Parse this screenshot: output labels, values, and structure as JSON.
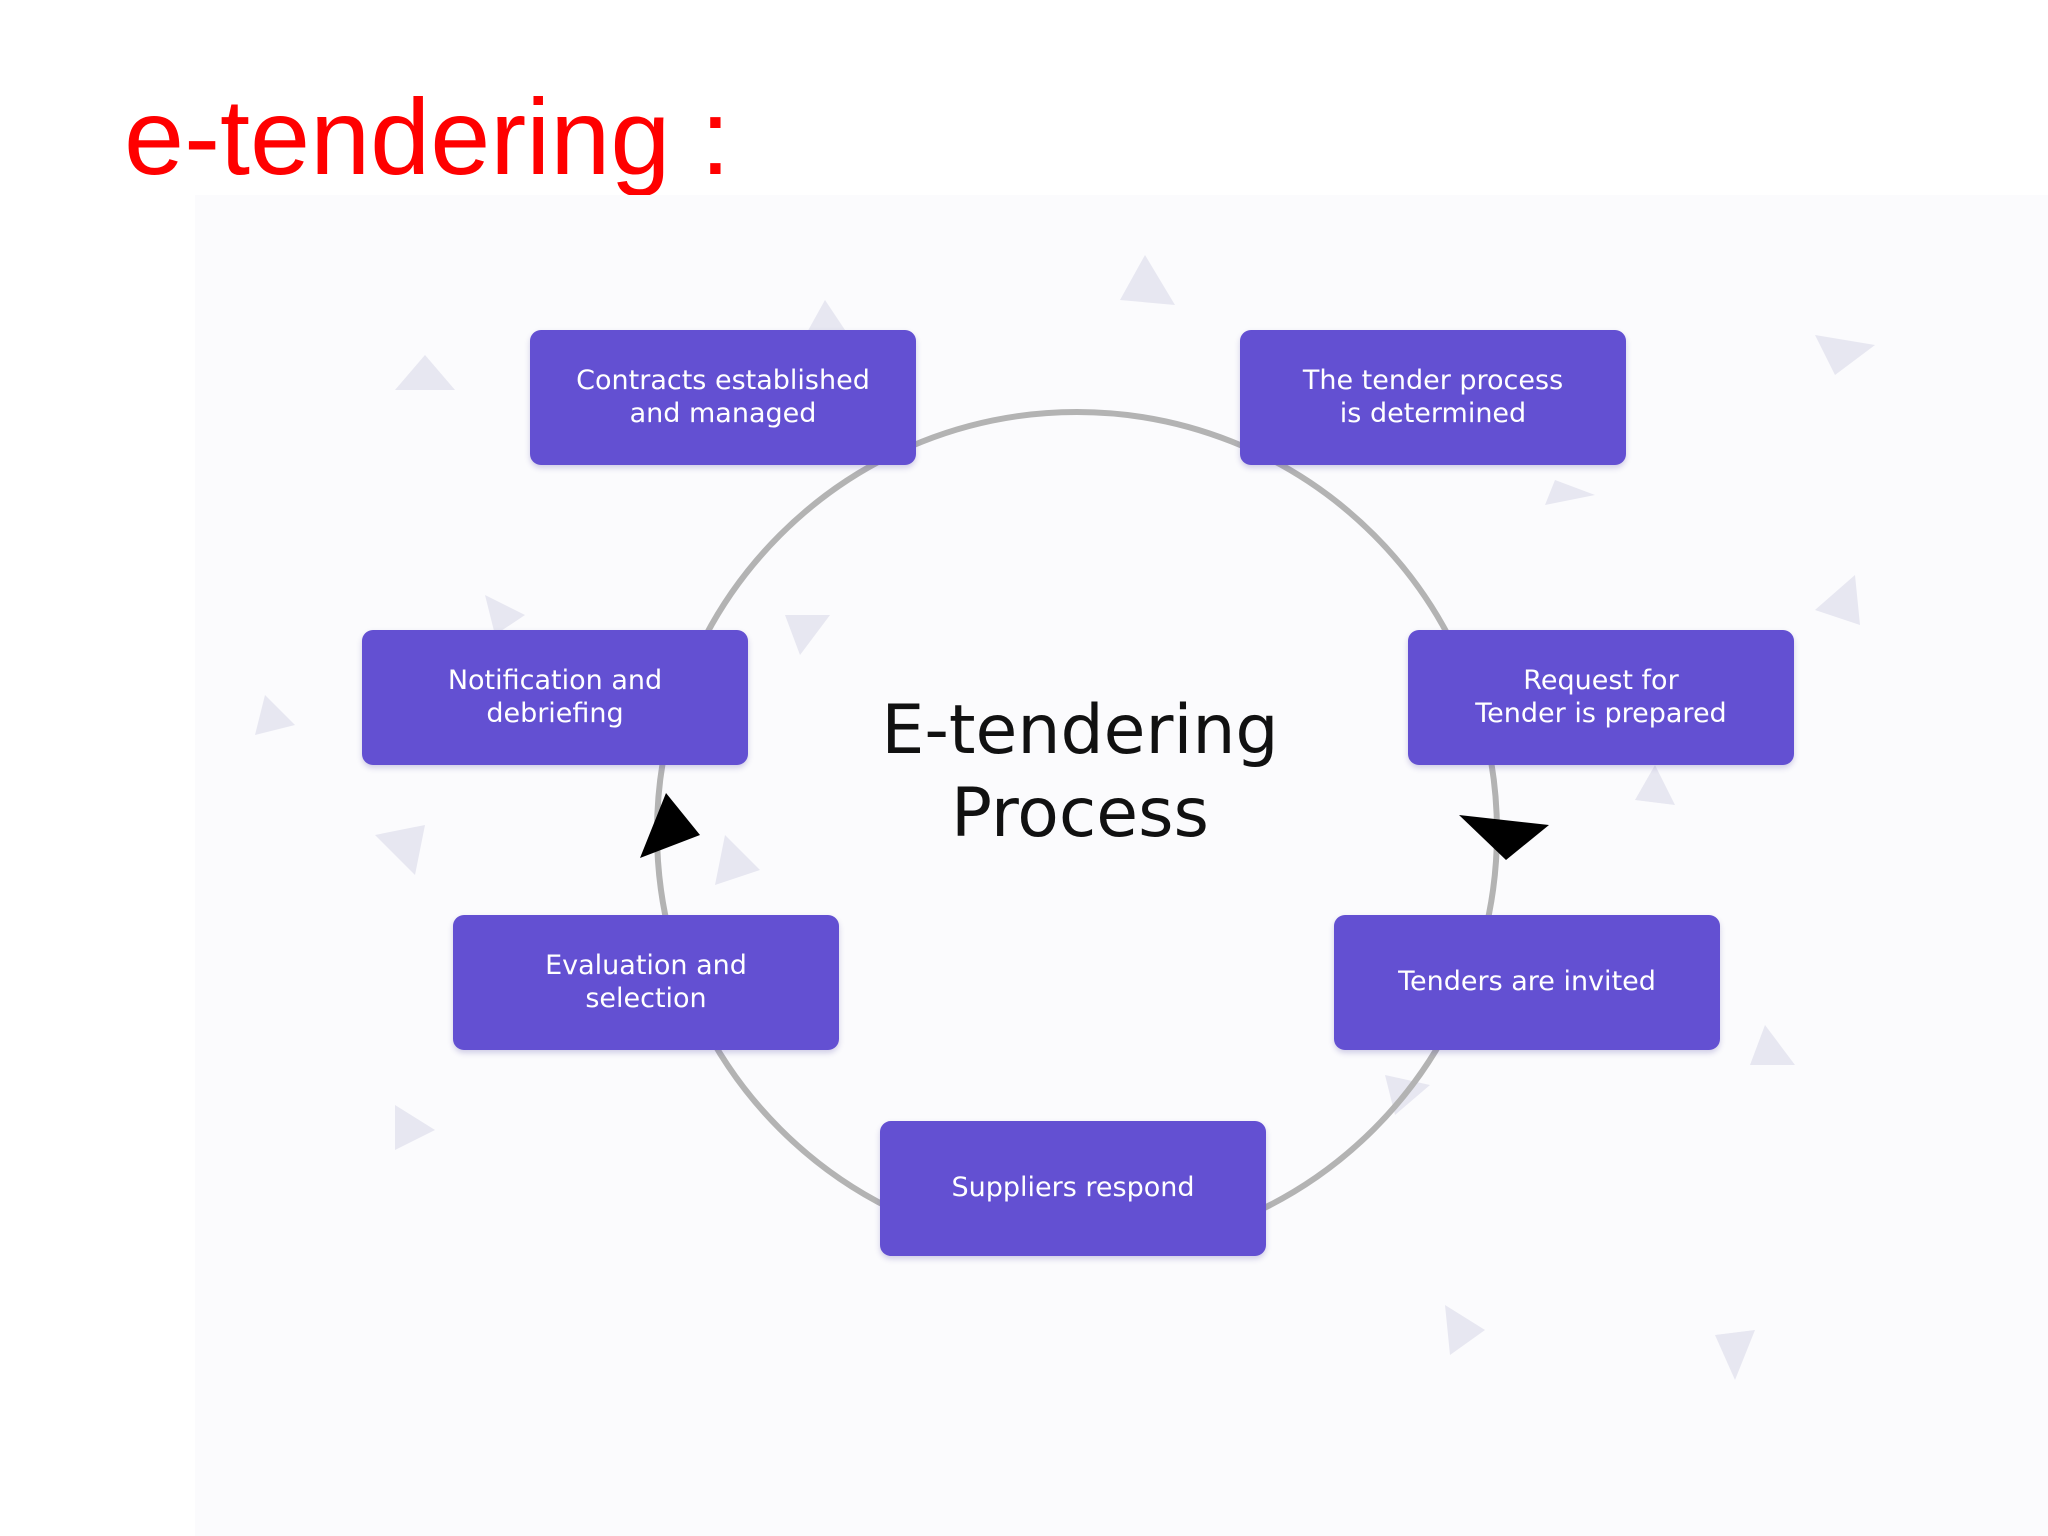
{
  "slide": {
    "title": "e-tendering :"
  },
  "diagram": {
    "center_title": "E-tendering\nProcess",
    "steps": [
      {
        "id": "step-1",
        "label": "The tender process\nis determined"
      },
      {
        "id": "step-2",
        "label": "Request for\nTender is prepared"
      },
      {
        "id": "step-3",
        "label": "Tenders are invited"
      },
      {
        "id": "step-4",
        "label": "Suppliers respond"
      },
      {
        "id": "step-5",
        "label": "Evaluation and\nselection"
      },
      {
        "id": "step-6",
        "label": "Notification and\ndebriefing"
      },
      {
        "id": "step-7",
        "label": "Contracts established\nand managed"
      }
    ]
  },
  "colors": {
    "title": "#ff0000",
    "step_fill": "#6350d2",
    "step_text": "#ffffff",
    "cycle_ring": "#b3b3b3",
    "arrowhead": "#000000",
    "decor_triangle": "#e7e7f1"
  }
}
